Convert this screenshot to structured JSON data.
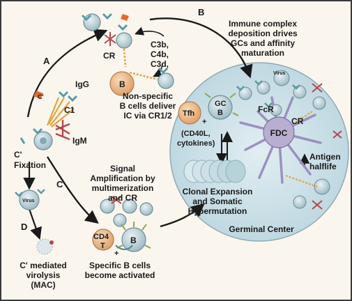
{
  "labels": {
    "A": "A",
    "B": "B",
    "C": "C",
    "D": "D",
    "igg": "IgG",
    "igm": "IgM",
    "c1": "C1",
    "c_prime": "C'",
    "fixation_1": "C'",
    "fixation_2": "Fixation",
    "cr": "CR",
    "cr_fdc": "CR",
    "c3b": "C3b,",
    "c4b": "C4b,",
    "c3d": "C3d,",
    "b_cell": "B",
    "nonspecific_1": "Non-specific",
    "nonspecific_2": "B cells deliver",
    "nonspecific_3": "IC via CR1/2",
    "immune_1": "Immune complex",
    "immune_2": "deposition drives",
    "immune_3": "GCs and affinity",
    "immune_4": "maturation",
    "virus": "Virus",
    "virus_gc": "Virus",
    "tfh": "Tfh",
    "gc_b_1": "GC",
    "gc_b_2": "B",
    "cd40l_1": "(CD40L,",
    "cd40l_2": "cytokines)",
    "fcr": "FcR",
    "fdc": "FDC",
    "antigen_1": "Antigen",
    "antigen_2": "halflife",
    "clonal_1": "Clonal Expansion",
    "clonal_2": "and Somatic",
    "clonal_3": "Hypermutation",
    "germinal": "Germinal Center",
    "signal_1": "Signal",
    "signal_2": "Amplification by",
    "signal_3": "multimerization",
    "signal_4": "and CR",
    "cd4_1": "CD4",
    "cd4_2": "T",
    "b_specific": "B",
    "specific_1": "Specific B cells",
    "specific_2": "become activated",
    "mac_1": "C' mediated",
    "mac_2": "virolysis",
    "mac_3": "(MAC)",
    "plus": "+"
  },
  "colors": {
    "b_cell": "#f2c89a",
    "b_cell_nucleus": "#e3a36a",
    "antigen_cell": "#c9dde3",
    "germinal_center": "#cfe3ea",
    "fdc": "#b7aed0",
    "ab_teal": "#5a9aa6",
    "ab_red": "#b5474d",
    "c_orange": "#e56a2a"
  }
}
